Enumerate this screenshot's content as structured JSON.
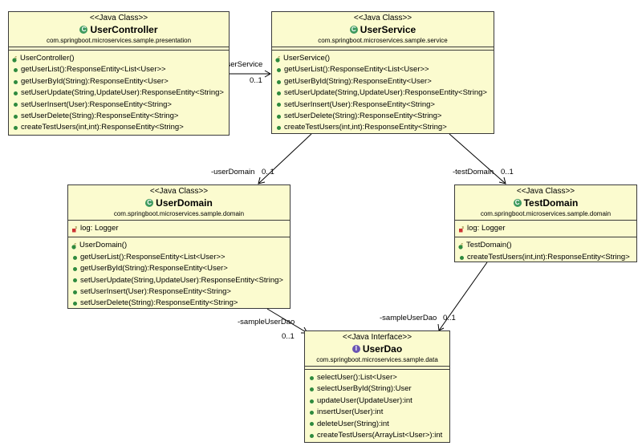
{
  "classes": {
    "user_controller": {
      "stereotype": "<<Java Class>>",
      "name": "UserController",
      "package": "com.springboot.microservices.sample.presentation",
      "methods": [
        "UserController()",
        "getUserList():ResponseEntity<List<User>>",
        "getUserById(String):ResponseEntity<User>",
        "setUserUpdate(String,UpdateUser):ResponseEntity<String>",
        "setUserInsert(User):ResponseEntity<String>",
        "setUserDelete(String):ResponseEntity<String>",
        "createTestUsers(int,int):ResponseEntity<String>"
      ]
    },
    "user_service": {
      "stereotype": "<<Java Class>>",
      "name": "UserService",
      "package": "com.springboot.microservices.sample.service",
      "methods": [
        "UserService()",
        "getUserList():ResponseEntity<List<User>>",
        "getUserById(String):ResponseEntity<User>",
        "setUserUpdate(String,UpdateUser):ResponseEntity<String>",
        "setUserInsert(User):ResponseEntity<String>",
        "setUserDelete(String):ResponseEntity<String>",
        "createTestUsers(int,int):ResponseEntity<String>"
      ]
    },
    "user_domain": {
      "stereotype": "<<Java Class>>",
      "name": "UserDomain",
      "package": "com.springboot.microservices.sample.domain",
      "fields": [
        "log: Logger"
      ],
      "methods": [
        "UserDomain()",
        "getUserList():ResponseEntity<List<User>>",
        "getUserById(String):ResponseEntity<User>",
        "setUserUpdate(String,UpdateUser):ResponseEntity<String>",
        "setUserInsert(User):ResponseEntity<String>",
        "setUserDelete(String):ResponseEntity<String>"
      ]
    },
    "test_domain": {
      "stereotype": "<<Java Class>>",
      "name": "TestDomain",
      "package": "com.springboot.microservices.sample.domain",
      "fields": [
        "log: Logger"
      ],
      "methods": [
        "TestDomain()",
        "createTestUsers(int,int):ResponseEntity<String>"
      ]
    },
    "user_dao": {
      "stereotype": "<<Java Interface>>",
      "name": "UserDao",
      "package": "com.springboot.microservices.sample.data",
      "methods": [
        "selectUser():List<User>",
        "selectUserById(String):User",
        "updateUser(UpdateUser):int",
        "insertUser(User):int",
        "deleteUser(String):int",
        "createTestUsers(ArrayList<User>):int"
      ]
    }
  },
  "associations": {
    "controller_to_service": {
      "role": "-userService",
      "multiplicity": "0..1"
    },
    "service_to_userdomain": {
      "role": "-userDomain",
      "multiplicity": "0..1"
    },
    "service_to_testdomain": {
      "role": "-testDomain",
      "multiplicity": "0..1"
    },
    "userdomain_to_dao": {
      "role": "-sampleUserDao",
      "multiplicity": "0..1"
    },
    "testdomain_to_dao": {
      "role": "-sampleUserDao",
      "multiplicity": "0..1"
    }
  },
  "colors": {
    "box_fill": "#fbfbcf",
    "class_icon": "#3e9a5e",
    "interface_icon": "#6a55b3",
    "method_dot": "#2e8a3e",
    "line": "#000000"
  }
}
